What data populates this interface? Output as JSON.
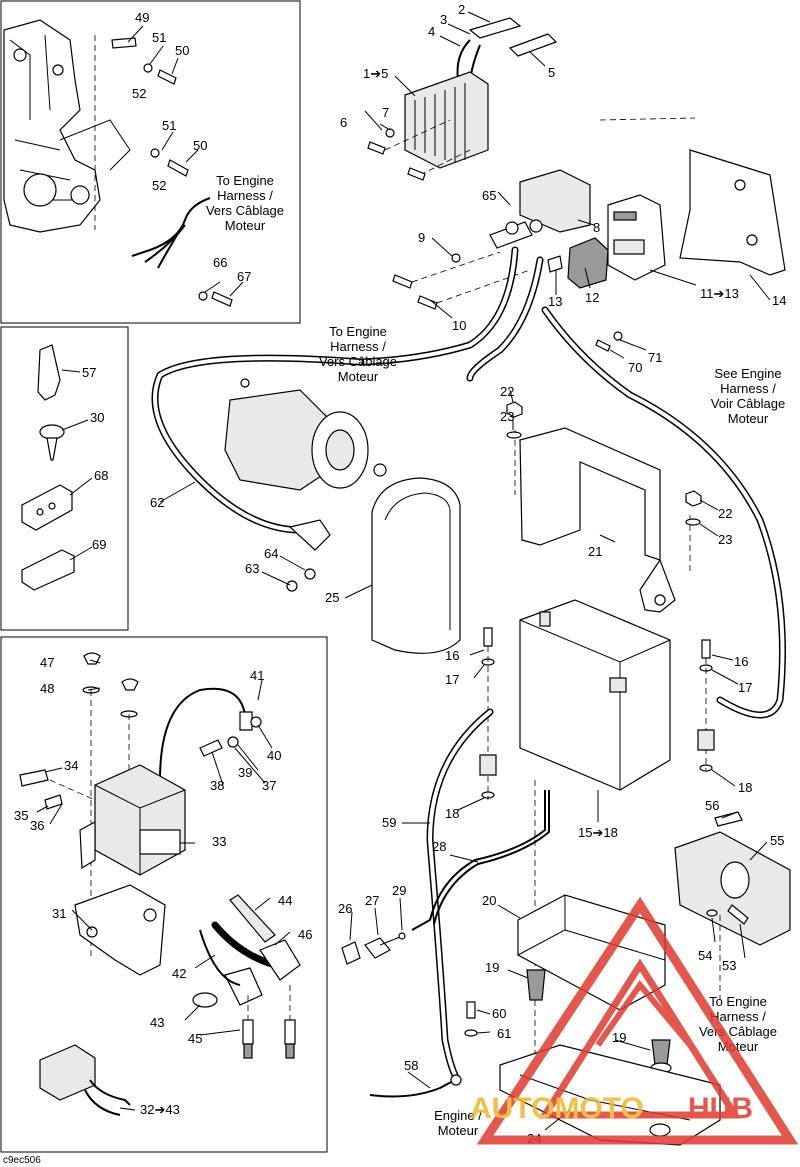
{
  "part_labels": [
    {
      "id": "49",
      "text": "49"
    },
    {
      "id": "51a",
      "text": "51"
    },
    {
      "id": "50a",
      "text": "50"
    },
    {
      "id": "52a",
      "text": "52"
    },
    {
      "id": "51b",
      "text": "51"
    },
    {
      "id": "50b",
      "text": "50"
    },
    {
      "id": "52b",
      "text": "52"
    },
    {
      "id": "66",
      "text": "66"
    },
    {
      "id": "67",
      "text": "67"
    },
    {
      "id": "2",
      "text": "2"
    },
    {
      "id": "3",
      "text": "3"
    },
    {
      "id": "4",
      "text": "4"
    },
    {
      "id": "5",
      "text": "5"
    },
    {
      "id": "1to5",
      "text": "1➔5"
    },
    {
      "id": "7",
      "text": "7"
    },
    {
      "id": "6",
      "text": "6"
    },
    {
      "id": "65",
      "text": "65"
    },
    {
      "id": "9",
      "text": "9"
    },
    {
      "id": "8",
      "text": "8"
    },
    {
      "id": "10",
      "text": "10"
    },
    {
      "id": "13",
      "text": "13"
    },
    {
      "id": "12",
      "text": "12"
    },
    {
      "id": "11to13",
      "text": "11➔13"
    },
    {
      "id": "14",
      "text": "14"
    },
    {
      "id": "70",
      "text": "70"
    },
    {
      "id": "71",
      "text": "71"
    },
    {
      "id": "57",
      "text": "57"
    },
    {
      "id": "30",
      "text": "30"
    },
    {
      "id": "68",
      "text": "68"
    },
    {
      "id": "69",
      "text": "69"
    },
    {
      "id": "62",
      "text": "62"
    },
    {
      "id": "64",
      "text": "64"
    },
    {
      "id": "63",
      "text": "63"
    },
    {
      "id": "25",
      "text": "25"
    },
    {
      "id": "22a",
      "text": "22"
    },
    {
      "id": "23a",
      "text": "23"
    },
    {
      "id": "22b",
      "text": "22"
    },
    {
      "id": "23b",
      "text": "23"
    },
    {
      "id": "21",
      "text": "21"
    },
    {
      "id": "16a",
      "text": "16"
    },
    {
      "id": "17a",
      "text": "17"
    },
    {
      "id": "16b",
      "text": "16"
    },
    {
      "id": "17b",
      "text": "17"
    },
    {
      "id": "18a",
      "text": "18"
    },
    {
      "id": "18b",
      "text": "18"
    },
    {
      "id": "15to18",
      "text": "15➔18"
    },
    {
      "id": "59",
      "text": "59"
    },
    {
      "id": "28",
      "text": "28"
    },
    {
      "id": "20",
      "text": "20"
    },
    {
      "id": "26",
      "text": "26"
    },
    {
      "id": "27",
      "text": "27"
    },
    {
      "id": "29",
      "text": "29"
    },
    {
      "id": "19a",
      "text": "19"
    },
    {
      "id": "60",
      "text": "60"
    },
    {
      "id": "61",
      "text": "61"
    },
    {
      "id": "19b",
      "text": "19"
    },
    {
      "id": "58",
      "text": "58"
    },
    {
      "id": "24",
      "text": "24"
    },
    {
      "id": "56",
      "text": "56"
    },
    {
      "id": "55",
      "text": "55"
    },
    {
      "id": "54",
      "text": "54"
    },
    {
      "id": "53",
      "text": "53"
    },
    {
      "id": "47",
      "text": "47"
    },
    {
      "id": "48",
      "text": "48"
    },
    {
      "id": "41",
      "text": "41"
    },
    {
      "id": "40",
      "text": "40"
    },
    {
      "id": "39",
      "text": "39"
    },
    {
      "id": "37",
      "text": "37"
    },
    {
      "id": "38",
      "text": "38"
    },
    {
      "id": "34",
      "text": "34"
    },
    {
      "id": "35",
      "text": "35"
    },
    {
      "id": "36",
      "text": "36"
    },
    {
      "id": "33",
      "text": "33"
    },
    {
      "id": "31",
      "text": "31"
    },
    {
      "id": "44",
      "text": "44"
    },
    {
      "id": "46",
      "text": "46"
    },
    {
      "id": "42",
      "text": "42"
    },
    {
      "id": "43",
      "text": "43"
    },
    {
      "id": "45",
      "text": "45"
    },
    {
      "id": "32to43",
      "text": "32➔43"
    }
  ],
  "captions": {
    "engine_harness_1": [
      "To Engine",
      "Harness /",
      "Vers Câblage",
      "Moteur"
    ],
    "engine_harness_2": [
      "To Engine",
      "Harness /",
      "Vers Câblage",
      "Moteur"
    ],
    "see_engine_harness": [
      "See Engine",
      "Harness /",
      "Voir Câblage",
      "Moteur"
    ],
    "engine_harness_3": [
      "To Engine",
      "Harness /",
      "Vers Câblage",
      "Moteur"
    ],
    "engine_moteur": [
      "Engine /",
      "Moteur"
    ]
  },
  "figure_code": "c9ec506",
  "watermark": {
    "text": "AUTOMOTOHUB",
    "color_red": "#e03a2e",
    "color_gold": "#f0b429"
  }
}
